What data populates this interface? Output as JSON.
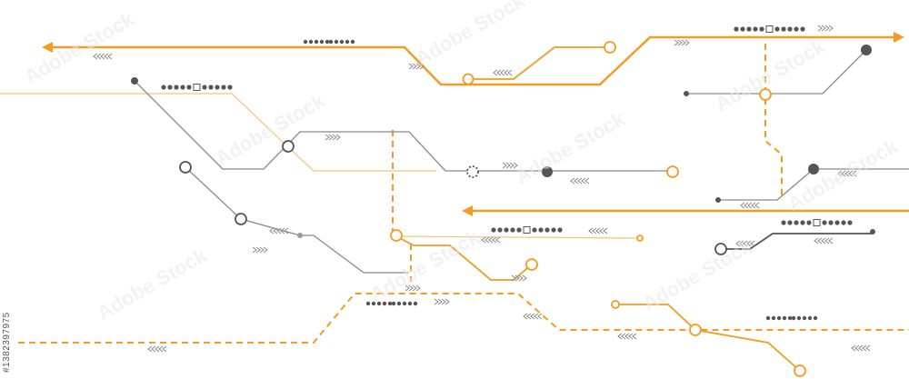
{
  "colors": {
    "orange": "#F39C21",
    "gray": "#777777",
    "dark_gray": "#555555",
    "light_orange": "#F7C27A"
  },
  "watermark": {
    "text": "Adobe Stock",
    "repeated": true
  },
  "stock_id": "#1382397975",
  "motifs": [
    "arrow-head",
    "chevron-group",
    "dot-square-dot-group",
    "open-circle-node",
    "filled-circle-node"
  ]
}
